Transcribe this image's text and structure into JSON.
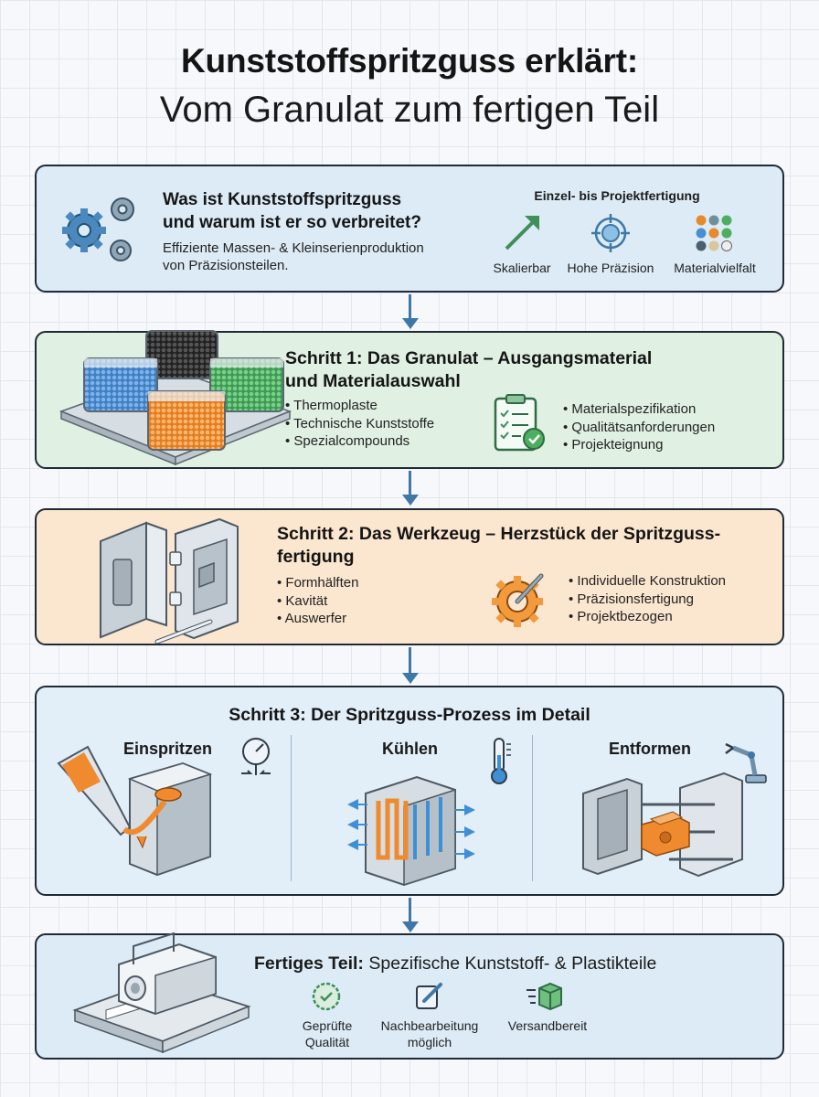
{
  "title": {
    "line1": "Kunststoffspritzguss erklärt:",
    "line2": "Vom Granulat zum fertigen Teil"
  },
  "intro": {
    "heading_line1": "Was ist Kunststoffspritzguss",
    "heading_line2": "und warum ist er so verbreitet?",
    "text_line1": "Effiziente Massen- & Kleinserienproduktion",
    "text_line2": "von Präzisionsteilen.",
    "features_title": "Einzel- bis Projektfertigung",
    "features": [
      {
        "label": "Skalierbar",
        "icon": "trend-arrow-icon"
      },
      {
        "label": "Hohe Präzision",
        "icon": "target-icon"
      },
      {
        "label": "Materialvielfalt",
        "icon": "color-dots-icon"
      }
    ]
  },
  "step1": {
    "heading_line1": "Schritt 1: Das Granulat – Ausgangsmaterial",
    "heading_line2": "und Materialauswahl",
    "list_left": [
      "Thermoplaste",
      "Technische Kunststoffe",
      "Spezialcompounds"
    ],
    "list_right": [
      "Materialspezifikation",
      "Qualitätsanforderungen",
      "Projekteignung"
    ],
    "colors": {
      "blue": "#4a8fd0",
      "black": "#333333",
      "green": "#4caf60",
      "orange": "#f39a3c"
    }
  },
  "step2": {
    "heading_line1": "Schritt 2: Das Werkzeug – Herzstück der Spritzguss-",
    "heading_line2": "fertigung",
    "list_left": [
      "Formhälften",
      "Kavität",
      "Auswerfer"
    ],
    "list_right": [
      "Individuelle Konstruktion",
      "Präzisionsfertigung",
      "Projektbezogen"
    ]
  },
  "step3": {
    "heading": "Schritt 3: Der Spritzguss-Prozess im Detail",
    "phases": [
      {
        "label": "Einspritzen",
        "icon": "pressure-gauge-icon"
      },
      {
        "label": "Kühlen",
        "icon": "thermometer-icon"
      },
      {
        "label": "Entformen",
        "icon": "robot-arm-icon"
      }
    ]
  },
  "final": {
    "heading_bold": "Fertiges Teil:",
    "heading_rest": " Spezifische Kunststoff- & Plastikteile",
    "badges": [
      {
        "line1": "Geprüfte",
        "line2": "Qualität",
        "icon": "quality-seal-icon"
      },
      {
        "line1": "Nachbearbeitung",
        "line2": "möglich",
        "icon": "edit-icon"
      },
      {
        "line1": "Versandbereit",
        "line2": "",
        "icon": "shipping-box-icon"
      }
    ]
  },
  "accent_colors": {
    "arrow": "#3f78a8",
    "icon_blue": "#3f78a8",
    "icon_green": "#3f8f5a",
    "icon_orange": "#e8892c",
    "border": "#1f2a36"
  }
}
